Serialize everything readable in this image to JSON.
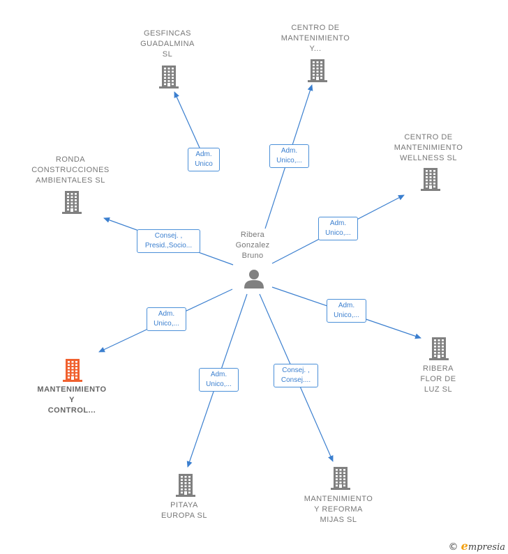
{
  "center": {
    "name": "Ribera\nGonzalez\nBruno",
    "icon": "person-icon"
  },
  "companies": [
    {
      "id": "gesfincas",
      "label": "GESFINCAS\nGUADALMINA\nSL",
      "highlight": false,
      "icon": "building-icon"
    },
    {
      "id": "centro-y",
      "label": "CENTRO DE\nMANTENIMIENTO\nY...",
      "highlight": false,
      "icon": "building-icon"
    },
    {
      "id": "centro-wellness",
      "label": "CENTRO DE\nMANTENIMIENTO\nWELLNESS  SL",
      "highlight": false,
      "icon": "building-icon"
    },
    {
      "id": "ronda",
      "label": "RONDA\nCONSTRUCCIONES\nAMBIENTALES SL",
      "highlight": false,
      "icon": "building-icon"
    },
    {
      "id": "ribera-flor",
      "label": "RIBERA\nFLOR DE\nLUZ  SL",
      "highlight": false,
      "icon": "building-icon"
    },
    {
      "id": "mantenimiento-control",
      "label": "MANTENIMIENTO\nY\nCONTROL...",
      "highlight": true,
      "icon": "building-icon"
    },
    {
      "id": "pitaya",
      "label": "PITAYA\nEUROPA  SL",
      "highlight": false,
      "icon": "building-icon"
    },
    {
      "id": "mantenimiento-reforma",
      "label": "MANTENIMIENTO\nY REFORMA\nMIJAS SL",
      "highlight": false,
      "icon": "building-icon"
    }
  ],
  "relations": [
    {
      "to": "gesfincas",
      "label": "Adm.\nUnico"
    },
    {
      "to": "centro-y",
      "label": "Adm.\nUnico,..."
    },
    {
      "to": "centro-wellness",
      "label": "Adm.\nUnico,..."
    },
    {
      "to": "ronda",
      "label": "Consej. ,\nPresid.,Socio..."
    },
    {
      "to": "ribera-flor",
      "label": "Adm.\nUnico,..."
    },
    {
      "to": "mantenimiento-control",
      "label": "Adm.\nUnico,..."
    },
    {
      "to": "pitaya",
      "label": "Adm.\nUnico,..."
    },
    {
      "to": "mantenimiento-reforma",
      "label": "Consej. ,\nConsej...."
    }
  ],
  "colors": {
    "building": "#808080",
    "building_highlight": "#f0612f",
    "link": "#3b7fcf",
    "person": "#808080"
  },
  "footer": {
    "copyright": "©",
    "brand_initial": "e",
    "brand_rest": "mpresia"
  }
}
